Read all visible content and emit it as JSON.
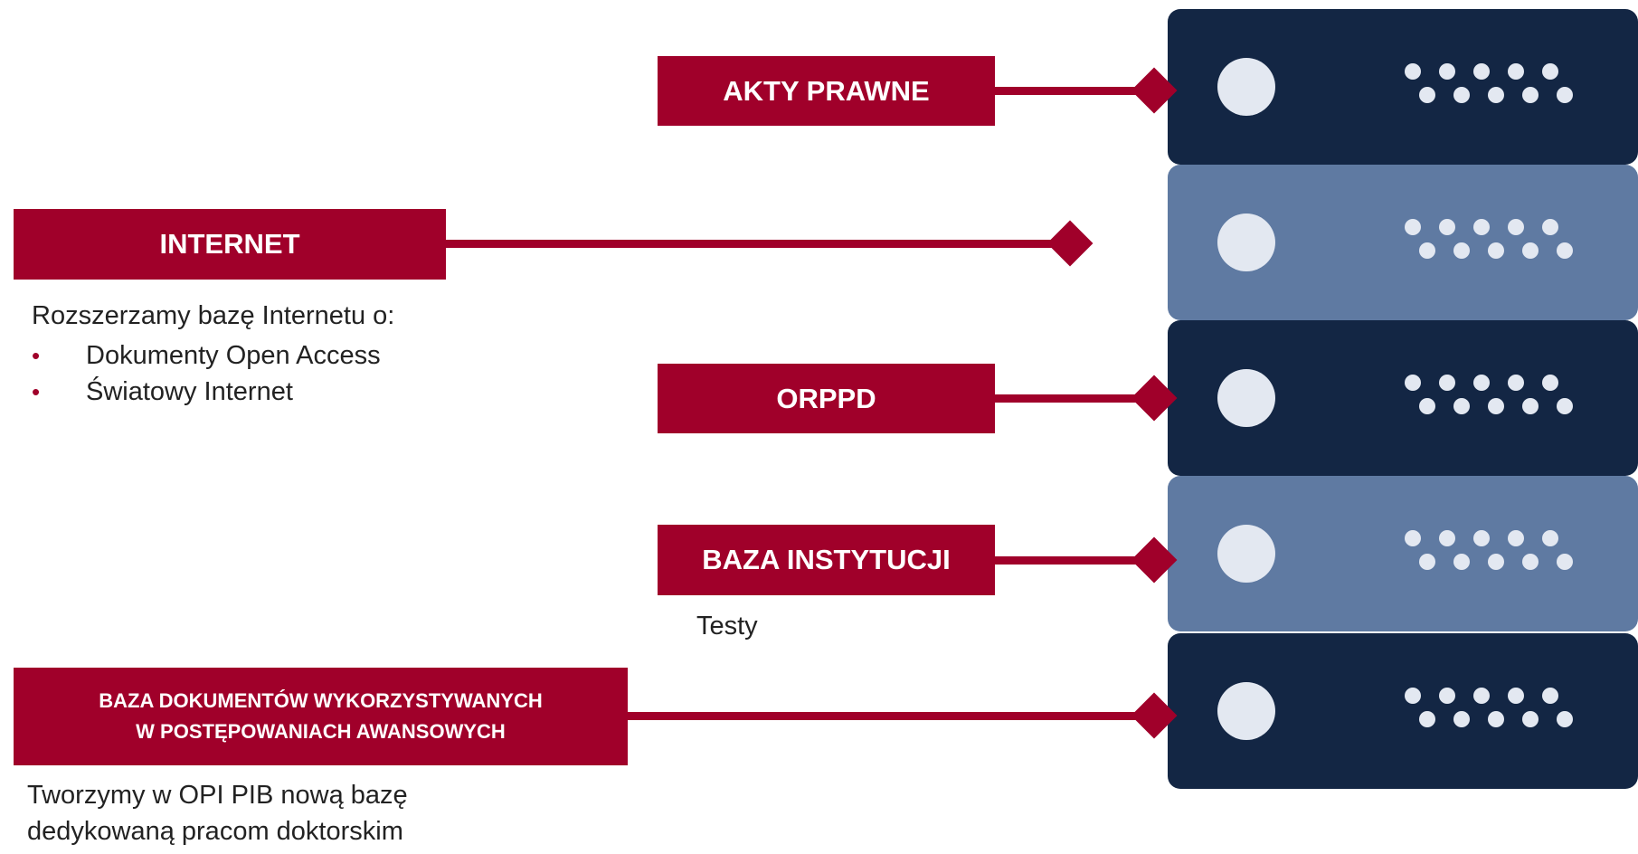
{
  "colors": {
    "accent": "#a0002a",
    "server_dark": "#132644",
    "server_light": "#5f7aa2",
    "led": "#e3e8f1"
  },
  "labels": {
    "akty_prawne": "AKTY PRAWNE",
    "internet": "INTERNET",
    "orppd": "ORPPD",
    "baza_instytucji": "BAZA INSTYTUCJI",
    "baza_dokumentow_line1": "BAZA DOKUMENTÓW WYKORZYSTYWANYCH",
    "baza_dokumentow_line2": "W POSTĘPOWANIACH AWANSOWYCH"
  },
  "internet_note": {
    "intro": "Rozszerzamy bazę Internetu o:",
    "items": [
      "Dokumenty Open Access",
      "Światowy Internet"
    ]
  },
  "baza_instytucji_note": "Testy",
  "baza_dokumentow_note": {
    "line1": "Tworzymy w OPI PIB nową bazę",
    "line2": "dedykowaną pracom doktorskim"
  },
  "server_rack": {
    "icon": "server-rack-icon",
    "units": [
      {
        "shade": "dark"
      },
      {
        "shade": "light"
      },
      {
        "shade": "dark"
      },
      {
        "shade": "light"
      },
      {
        "shade": "dark"
      }
    ]
  }
}
